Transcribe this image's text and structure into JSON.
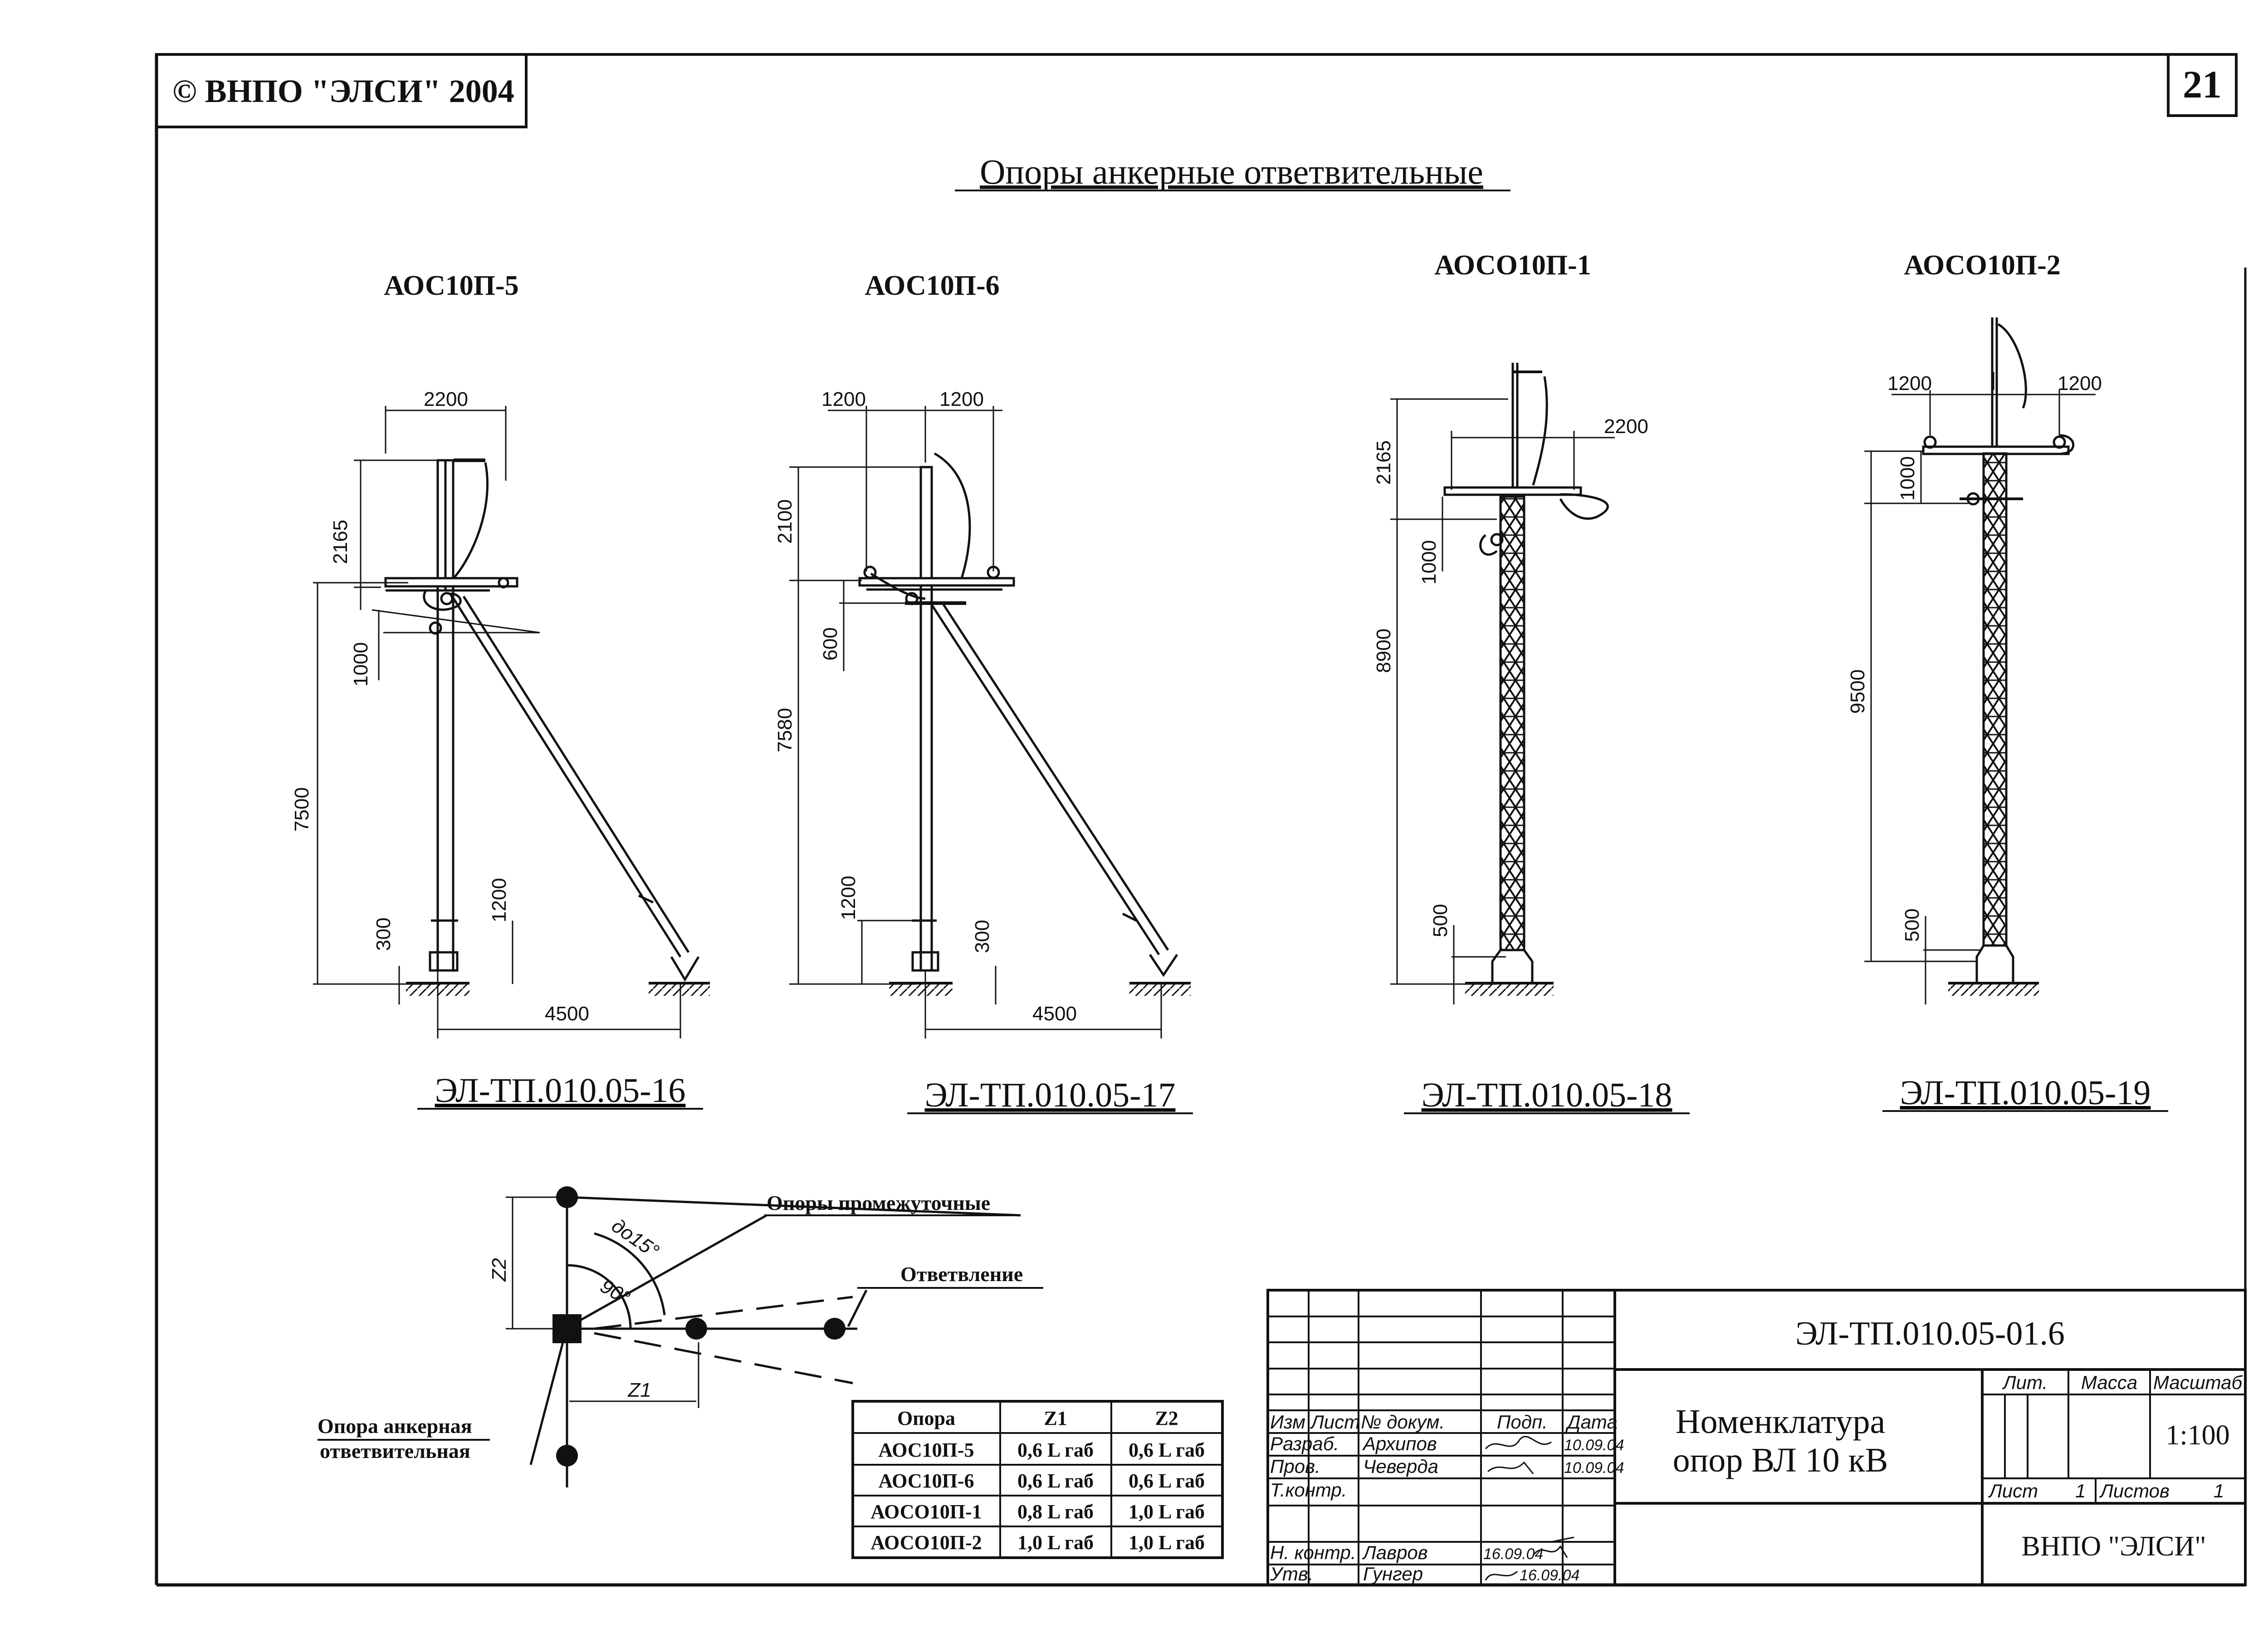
{
  "header": {
    "copyright": "© ВНПО \"ЭЛСИ\" 2004",
    "page_number": "21"
  },
  "title": "Опоры анкерные ответвительные",
  "supports": [
    {
      "name": "АОС10П-5",
      "code": "ЭЛ-ТП.010.05-16",
      "dims": {
        "crossarm": "2200",
        "top": "2165",
        "mid": "1000",
        "height": "7500",
        "base1": "1200",
        "base2": "300",
        "span": "4500"
      }
    },
    {
      "name": "АОС10П-6",
      "code": "ЭЛ-ТП.010.05-17",
      "dims": {
        "left": "1200",
        "right": "1200",
        "top": "2100",
        "mid": "600",
        "height": "7580",
        "base1": "1200",
        "base2": "300",
        "span": "4500"
      }
    },
    {
      "name": "АОСО10П-1",
      "code": "ЭЛ-ТП.010.05-18",
      "dims": {
        "crossarm": "2200",
        "top": "2165",
        "mid": "1000",
        "height": "8900",
        "base": "500"
      }
    },
    {
      "name": "АОСО10П-2",
      "code": "ЭЛ-ТП.010.05-19",
      "dims": {
        "left": "1200",
        "right": "1200",
        "mid": "1000",
        "height": "9500",
        "base": "500"
      }
    }
  ],
  "scheme": {
    "label_intermediate": "Опоры промежуточные",
    "label_branch": "Ответвление",
    "label_anchor_line1": "Опора анкерная",
    "label_anchor_line2": "ответвительная",
    "angle_1": "до15°",
    "angle_2": "90°",
    "z1": "Z1",
    "z2": "Z2"
  },
  "table": {
    "headers": [
      "Опора",
      "Z1",
      "Z2"
    ],
    "rows": [
      [
        "АОС10П-5",
        "0,6 L габ",
        "0,6 L габ"
      ],
      [
        "АОС10П-6",
        "0,6 L габ",
        "0,6 L габ"
      ],
      [
        "АОСО10П-1",
        "0,8 L габ",
        "1,0 L габ"
      ],
      [
        "АОСО10П-2",
        "1,0 L габ",
        "1,0 L габ"
      ]
    ]
  },
  "title_block": {
    "doc_code": "ЭЛ-ТП.010.05-01.6",
    "doc_title_line1": "Номенклатура",
    "doc_title_line2": "опор ВЛ 10 кВ",
    "col_headers": [
      "Изм",
      "Лист",
      "№ докум.",
      "Подп.",
      "Дата"
    ],
    "roles": [
      {
        "role": "Разраб.",
        "name": "Архипов",
        "date": "10.09.04"
      },
      {
        "role": "Пров.",
        "name": "Чеверда",
        "date": "10.09.04"
      },
      {
        "role": "Т.контр.",
        "name": "",
        "date": ""
      },
      {
        "role": "",
        "name": "",
        "date": ""
      },
      {
        "role": "Н. контр.",
        "name": "Лавров",
        "date": "16.09.04"
      },
      {
        "role": "Утв.",
        "name": "Гунгер",
        "date": "16.09.04"
      }
    ],
    "lit_label": "Лит.",
    "mass_label": "Масса",
    "scale_label": "Масштаб",
    "scale_value": "1:100",
    "sheet_label": "Лист",
    "sheet_value": "1",
    "sheets_label": "Листов",
    "sheets_value": "1",
    "organization": "ВНПО \"ЭЛСИ\""
  }
}
